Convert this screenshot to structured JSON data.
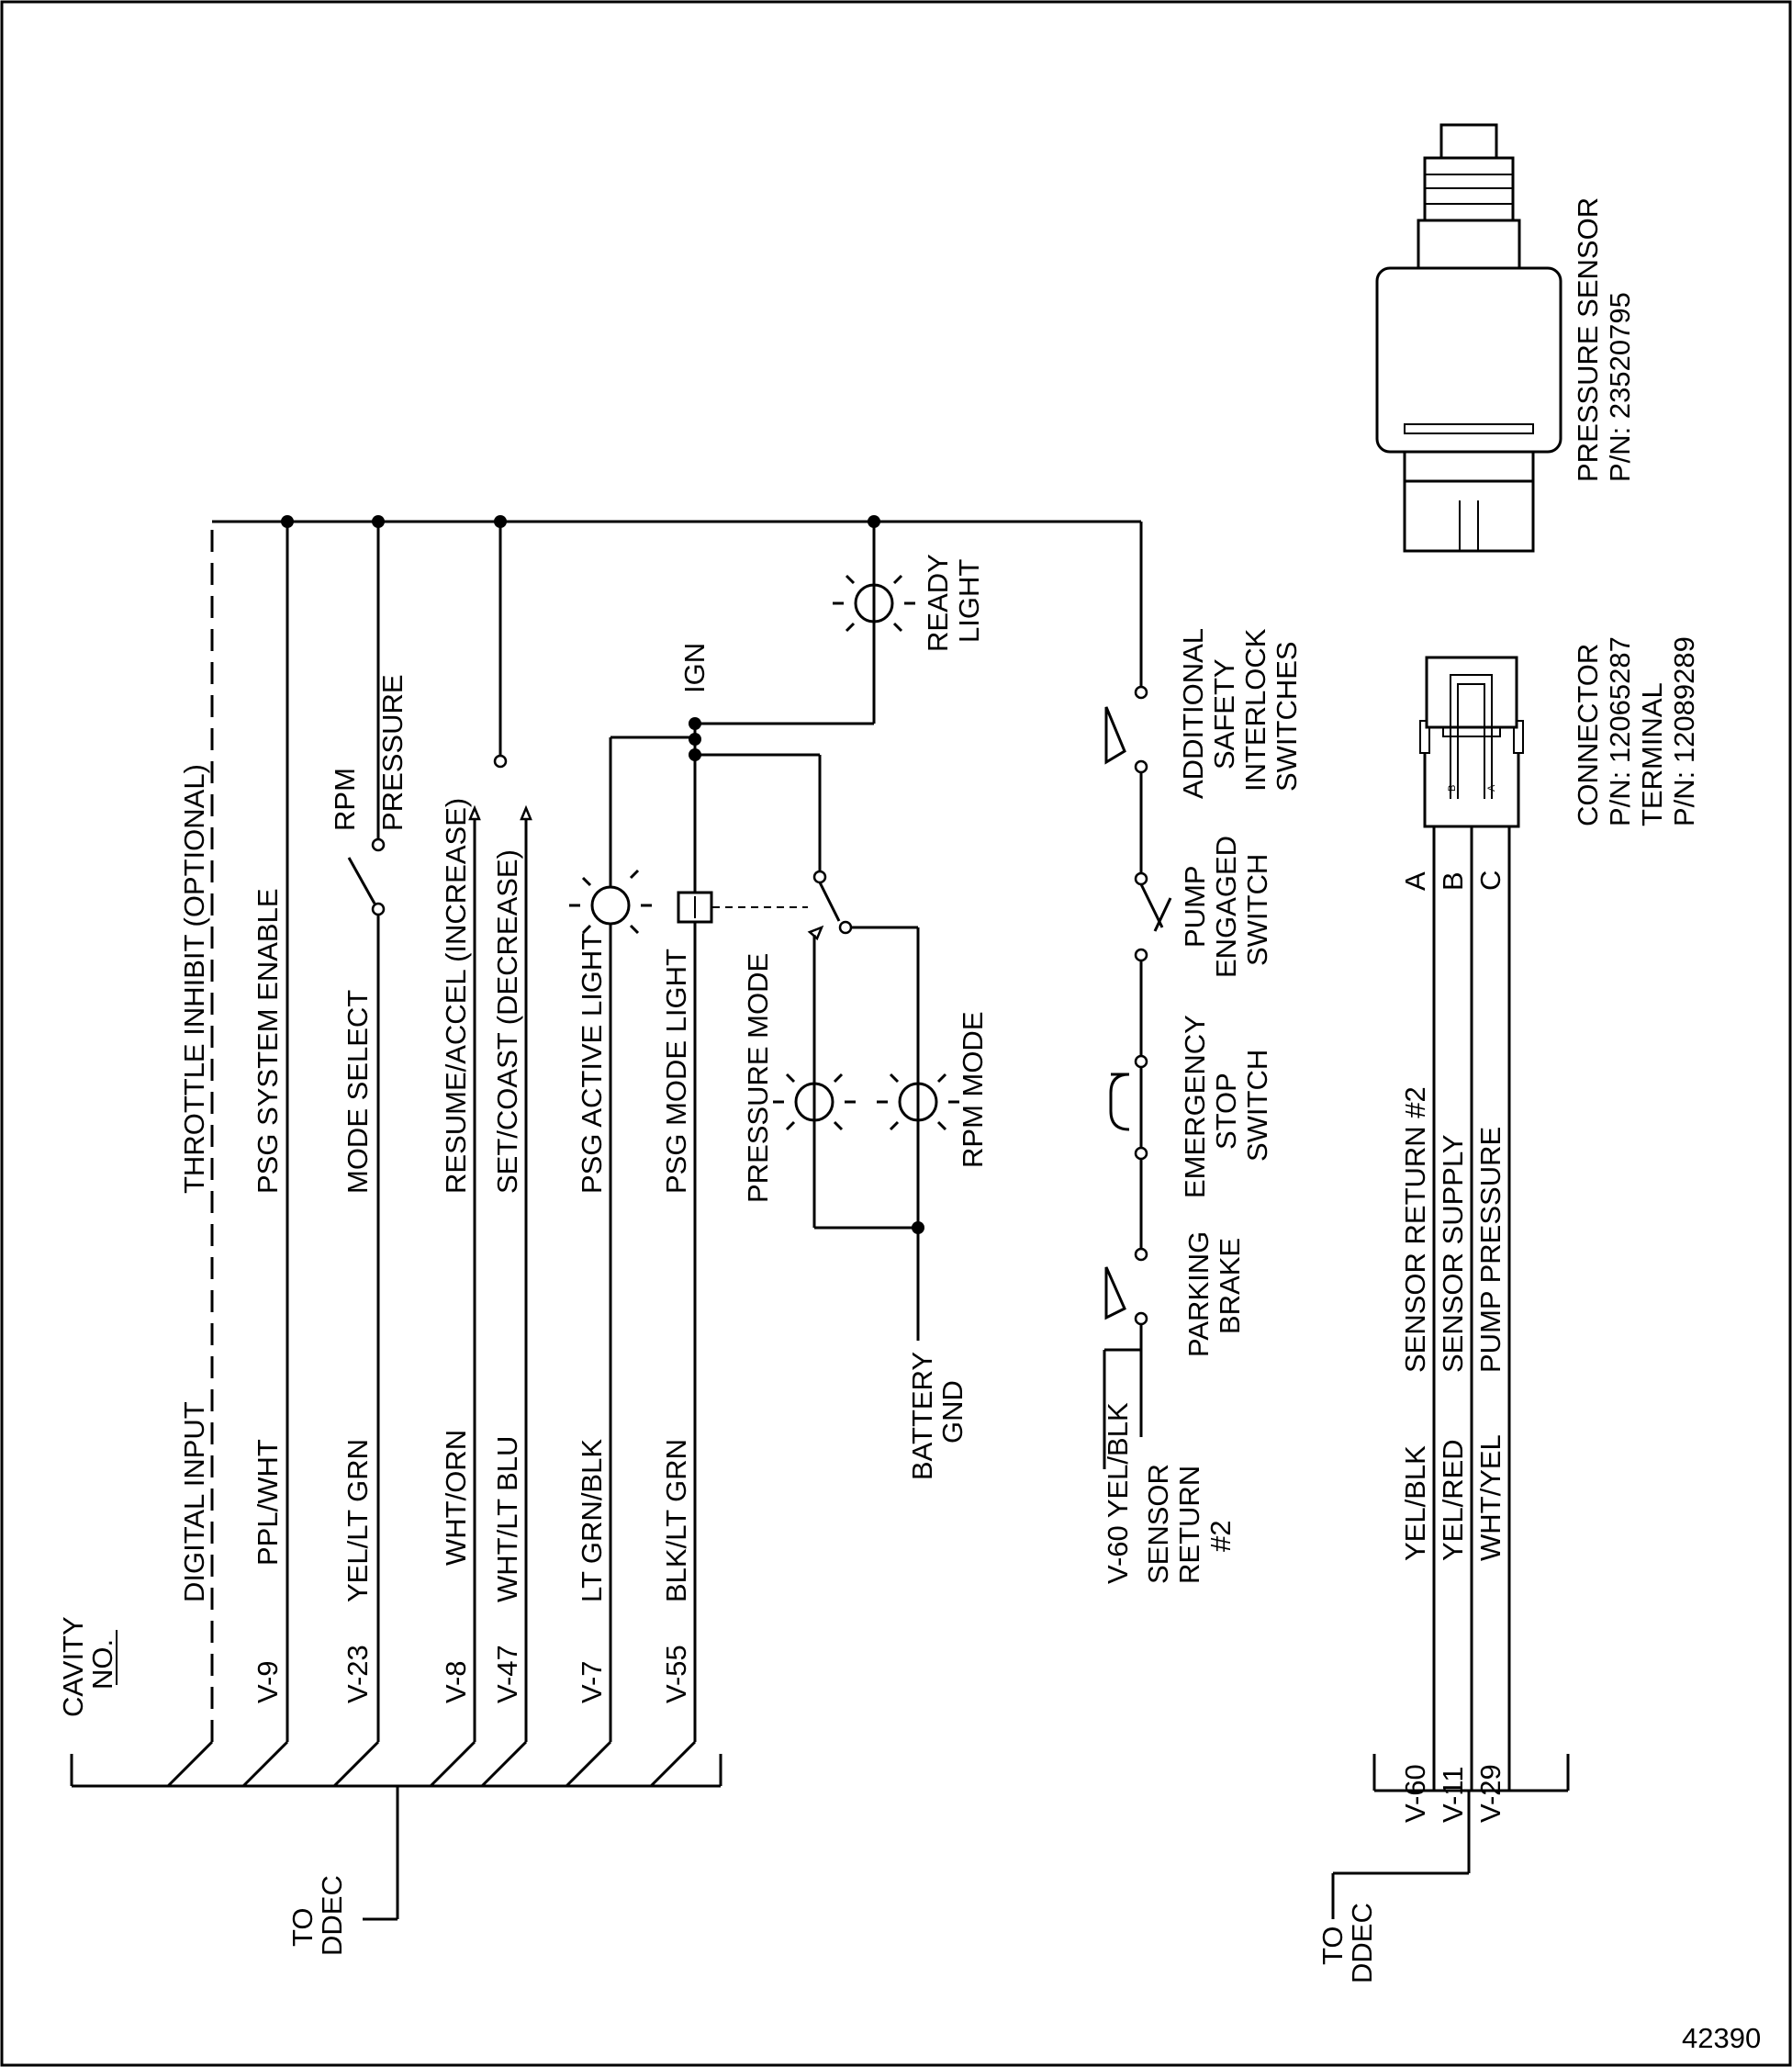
{
  "figure_id": "42390",
  "header": {
    "cavity_line1": "CAVITY",
    "cavity_line2": "NO."
  },
  "to_ddec": {
    "line1": "TO",
    "line2": "DDEC"
  },
  "left_wires": [
    {
      "cavity": "",
      "color": "DIGITAL INPUT",
      "function": "THROTTLE INHIBIT (OPTIONAL)"
    },
    {
      "cavity": "V-9",
      "color": "PPL/WHT",
      "function": "PSG SYSTEM ENABLE"
    },
    {
      "cavity": "V-23",
      "color": "YEL/LT GRN",
      "function": "MODE SELECT"
    },
    {
      "cavity": "V-8",
      "color": "WHT/ORN",
      "function": "RESUME/ACCEL (INCREASE)"
    },
    {
      "cavity": "V-47",
      "color": "WHT/LT BLU",
      "function": "SET/COAST (DECREASE)"
    },
    {
      "cavity": "V-7",
      "color": "LT GRN/BLK",
      "function": "PSG ACTIVE LIGHT"
    },
    {
      "cavity": "V-55",
      "color": "BLK/LT GRN",
      "function": "PSG MODE LIGHT"
    }
  ],
  "labels": {
    "rpm": "RPM",
    "pressure": "PRESSURE",
    "ign": "IGN",
    "ready_light": [
      "READY",
      "LIGHT"
    ],
    "pressure_mode": "PRESSURE MODE",
    "rpm_mode": "RPM MODE",
    "battery_gnd": [
      "BATTERY",
      "GND"
    ],
    "v60": "V-60  YEL/BLK",
    "sensor_return": [
      "SENSOR",
      "RETURN",
      "#2"
    ],
    "parking_brake": [
      "PARKING",
      "BRAKE"
    ],
    "emergency_stop": [
      "EMERGENCY",
      "STOP",
      "SWITCH"
    ],
    "pump_engaged": [
      "PUMP",
      "ENGAGED",
      "SWITCH"
    ],
    "additional_safety": [
      "ADDITIONAL",
      "SAFETY",
      "INTERLOCK",
      "SWITCHES"
    ]
  },
  "sensor_wires": [
    {
      "cavity": "V-60",
      "color": "YEL/BLK",
      "function": "SENSOR RETURN #2",
      "pin": "A"
    },
    {
      "cavity": "V-11",
      "color": "YEL/RED",
      "function": "SENSOR SUPPLY",
      "pin": "B"
    },
    {
      "cavity": "V-29",
      "color": "WHT/YEL",
      "function": "PUMP PRESSURE",
      "pin": "C"
    }
  ],
  "connector": [
    "CONNECTOR",
    "P/N: 12065287",
    "TERMINAL",
    "P/N: 12089289"
  ],
  "pressure_sensor": [
    "PRESSURE SENSOR",
    "P/N: 23520795"
  ],
  "connector_pins": {
    "b": "B",
    "a": "A"
  }
}
